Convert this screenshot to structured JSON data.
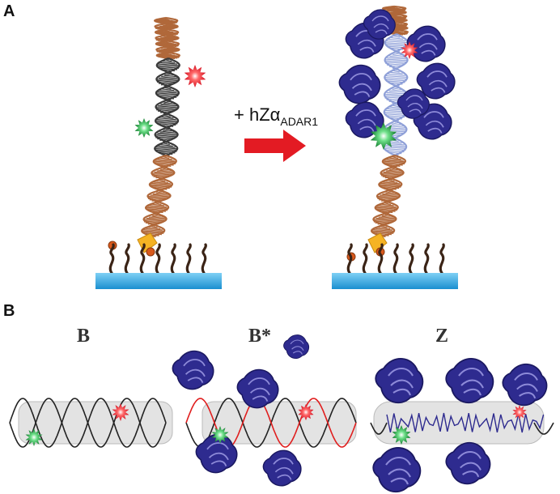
{
  "panels": {
    "a": {
      "letter": "A"
    },
    "b": {
      "letter": "B"
    }
  },
  "arrow": {
    "prefix": "+ hZ",
    "alpha": "α",
    "subscript": "ADAR1"
  },
  "states": [
    {
      "label": "B"
    },
    {
      "label": "B*"
    },
    {
      "label": "Z"
    }
  ],
  "colors": {
    "b_dna": "#b0683a",
    "z_dna": "#3a3a3a",
    "protein": "#2e2b8f",
    "surface": "#2b9fd8",
    "red_dye": "#e8202a",
    "green_dye": "#1e9a3a",
    "arrow": "#e31b23",
    "tether": "#f5b324",
    "bead": "#d9591c"
  },
  "icons": [
    "red-dye-star-icon",
    "green-dye-star-icon",
    "protein-icon",
    "surface-icon"
  ]
}
